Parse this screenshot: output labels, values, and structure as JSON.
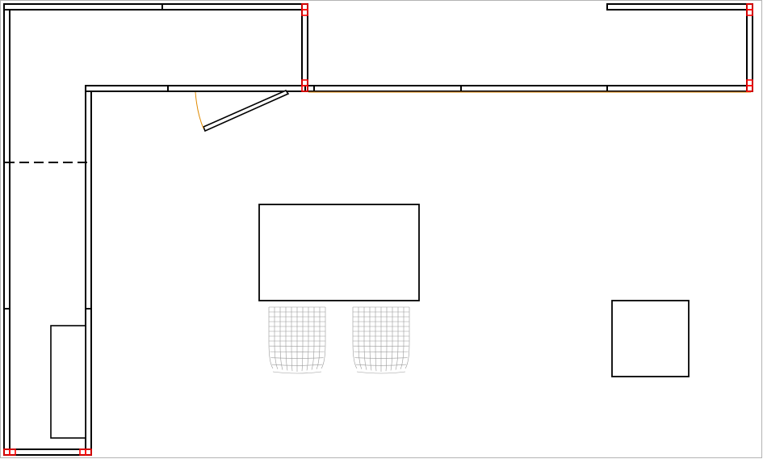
{
  "canvas": {
    "background": "#ffffff",
    "frame_color": "#b3b3b3"
  },
  "colors": {
    "wall": "#000000",
    "wall_fill": "#ffffff",
    "joint": "#ff0000",
    "door_swing": "#e08a00",
    "chair_mesh": "#9a9a9a"
  },
  "walls": {
    "count": 22
  },
  "joints": {
    "count": 10
  },
  "furniture": {
    "table": {
      "kind": "rectangular-table"
    },
    "chairs": [
      {
        "kind": "chair"
      },
      {
        "kind": "chair"
      }
    ],
    "side_table": {
      "kind": "square-table"
    },
    "counter": {
      "kind": "counter"
    }
  },
  "openings": {
    "door": {
      "kind": "swing-door"
    },
    "dashed_boundary": {
      "kind": "dashed-line"
    }
  }
}
